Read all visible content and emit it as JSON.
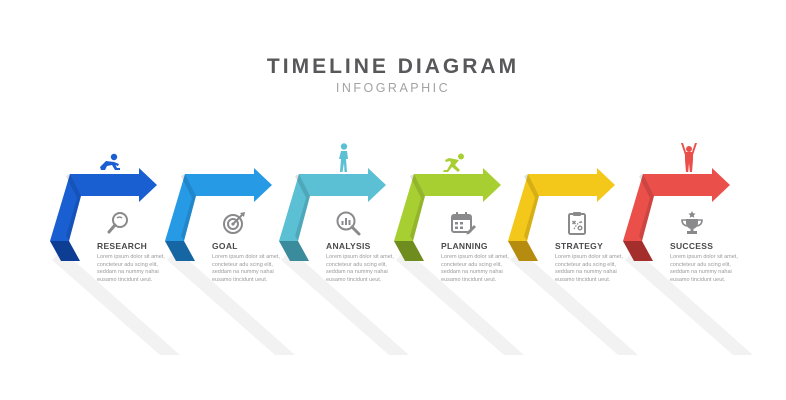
{
  "header": {
    "title": "TIMELINE DIAGRAM",
    "subtitle": "INFOGRAPHIC"
  },
  "steps": [
    {
      "label": "RESEARCH",
      "desc": "Lorem ipsum dolor sit amet, concteteur adu scing elit, seddam na nummy nahai eusamo tincidunt ueut.",
      "color": "#1a5fd2",
      "dark": "#0e3d94",
      "icon": "magnifier-icon",
      "figure": "crouching-start-figure-icon"
    },
    {
      "label": "GOAL",
      "desc": "Lorem ipsum dolor sit amet, concteteur adu scing elit, seddam na nummy nahai eusamo tincidunt ueut.",
      "color": "#279ae6",
      "dark": "#1666a3",
      "icon": "target-icon",
      "figure": "none"
    },
    {
      "label": "ANALYSIS",
      "desc": "Lorem ipsum dolor sit amet, concteteur adu scing elit, seddam na nummy nahai eusamo tincidunt ueut.",
      "color": "#5bc0d4",
      "dark": "#3a8b9c",
      "icon": "chart-search-icon",
      "figure": "walking-figure-icon"
    },
    {
      "label": "PLANNING",
      "desc": "Lorem ipsum dolor sit amet, concteteur adu scing elit, seddam na nummy nahai eusamo tincidunt ueut.",
      "color": "#a8cf32",
      "dark": "#6f8d1f",
      "icon": "calendar-icon",
      "figure": "running-figure-icon"
    },
    {
      "label": "STRATEGY",
      "desc": "Lorem ipsum dolor sit amet, concteteur adu scing elit, seddam na nummy nahai eusamo tincidunt ueut.",
      "color": "#f4c81b",
      "dark": "#b58c10",
      "icon": "clipboard-strategy-icon",
      "figure": "none"
    },
    {
      "label": "SUCCESS",
      "desc": "Lorem ipsum dolor sit amet, concteteur adu scing elit, seddam na nummy nahai eusamo tincidunt ueut.",
      "color": "#ea4f4a",
      "dark": "#a32e2b",
      "icon": "trophy-icon",
      "figure": "celebrating-figure-icon"
    }
  ]
}
